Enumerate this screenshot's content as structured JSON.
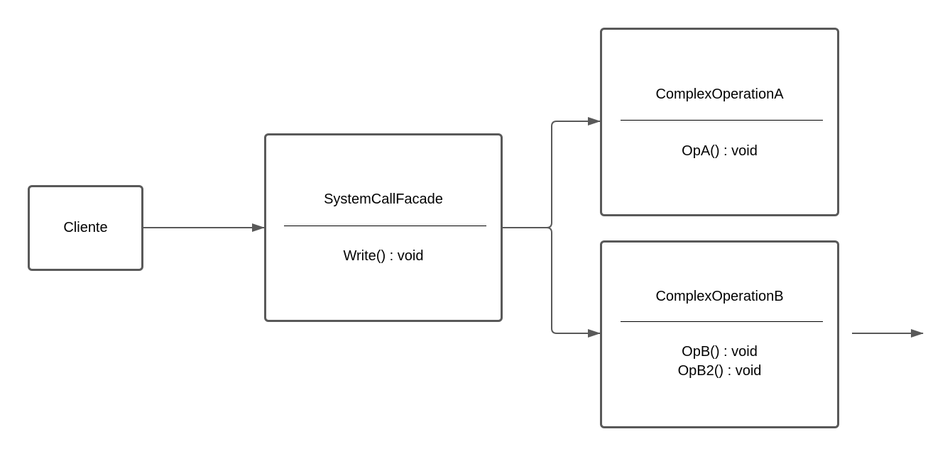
{
  "diagram": {
    "client": {
      "label": "Cliente"
    },
    "facade": {
      "title": "SystemCallFacade",
      "methods": [
        "Write() : void"
      ]
    },
    "operation_a": {
      "title": "ComplexOperationA",
      "methods": [
        "OpA() : void"
      ]
    },
    "operation_b": {
      "title": "ComplexOperationB",
      "methods": [
        "OpB() : void",
        "OpB2() : void"
      ]
    },
    "colors": {
      "border": "#595959",
      "line": "#595959",
      "divider": "#000000",
      "background": "#ffffff"
    }
  }
}
